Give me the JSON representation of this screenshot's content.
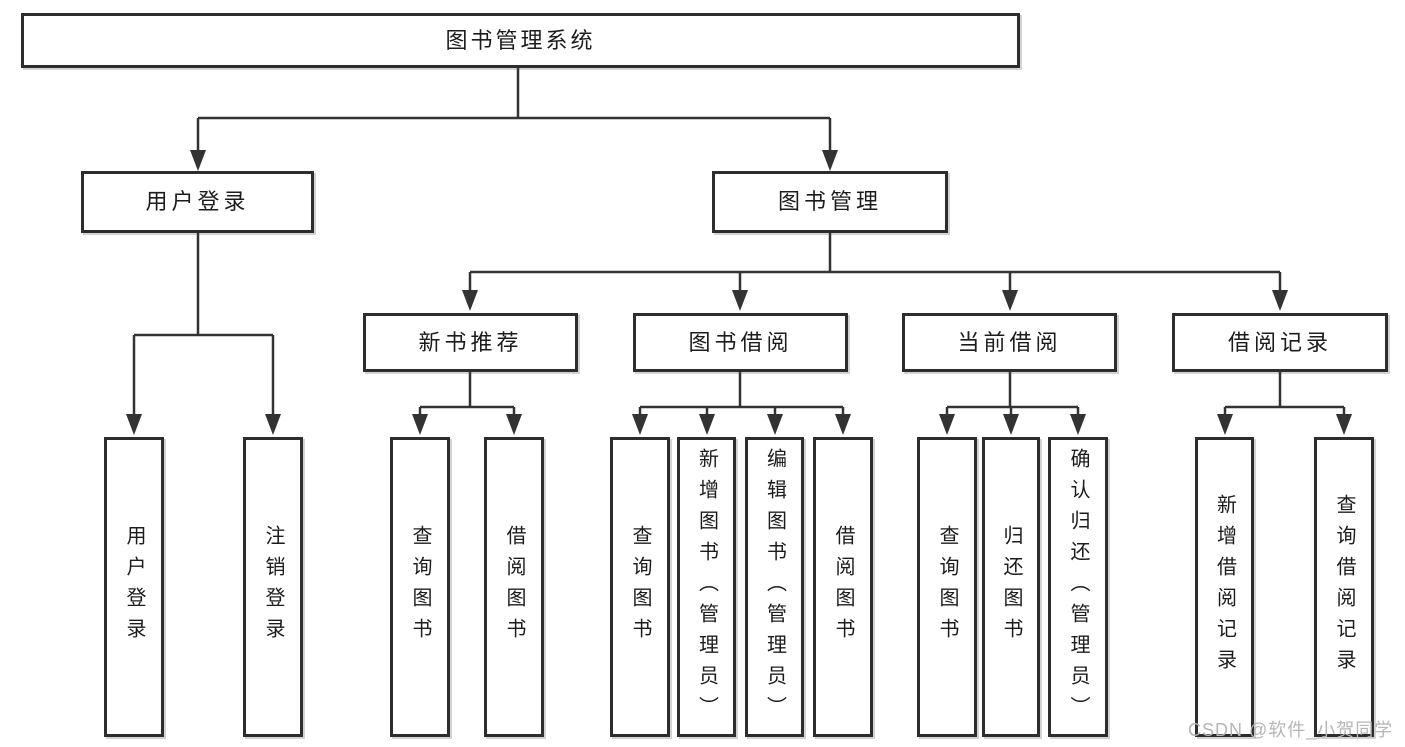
{
  "title": "图书管理系统",
  "watermark": "CSDN @软件_小贺同学",
  "branches": {
    "user_login": {
      "label": "用户登录",
      "children": [
        "用户登录",
        "注销登录"
      ]
    },
    "book_management": {
      "label": "图书管理",
      "sections": {
        "new_book_recommendation": {
          "label": "新书推荐",
          "children": [
            "查询图书",
            "借阅图书"
          ]
        },
        "book_borrowing": {
          "label": "图书借阅",
          "children": [
            "查询图书",
            "新增图书（管理员）",
            "编辑图书（管理员）",
            "借阅图书"
          ]
        },
        "current_borrowing": {
          "label": "当前借阅",
          "children": [
            "查询图书",
            "归还图书",
            "确认归还（管理员）"
          ]
        },
        "borrowing_records": {
          "label": "借阅记录",
          "children": [
            "新增借阅记录",
            "查询借阅记录"
          ]
        }
      }
    }
  }
}
